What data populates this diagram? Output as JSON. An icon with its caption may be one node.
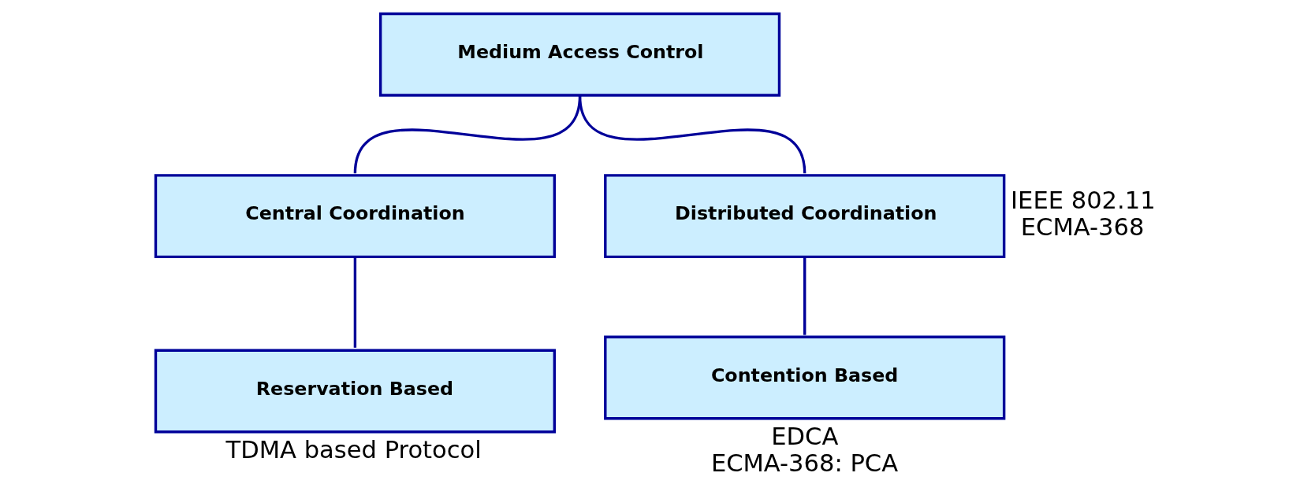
{
  "diagram": {
    "nodes": [
      {
        "text": [
          "Medium Access Control"
        ]
      },
      {
        "text": [
          "Central Coordination"
        ]
      },
      {
        "text": [
          "Distributed Coordination"
        ],
        "beside": [
          "IEEE 802.11",
          "ECMA-368"
        ]
      },
      {
        "text": [
          "Reservation Based"
        ],
        "beside": [
          "TDMA based Protocol"
        ]
      },
      {
        "text": [
          "Contention Based"
        ],
        "beside": [
          "EDCA",
          "ECMA-368: PCA"
        ]
      }
    ],
    "edges": [
      {
        "from": 0,
        "to": 1,
        "arrow": "none"
      },
      {
        "from": 0,
        "to": 2,
        "arrow": "none"
      },
      {
        "from": 1,
        "to": 3,
        "arrow": "none"
      },
      {
        "from": 2,
        "to": 4,
        "arrow": "none"
      }
    ]
  }
}
